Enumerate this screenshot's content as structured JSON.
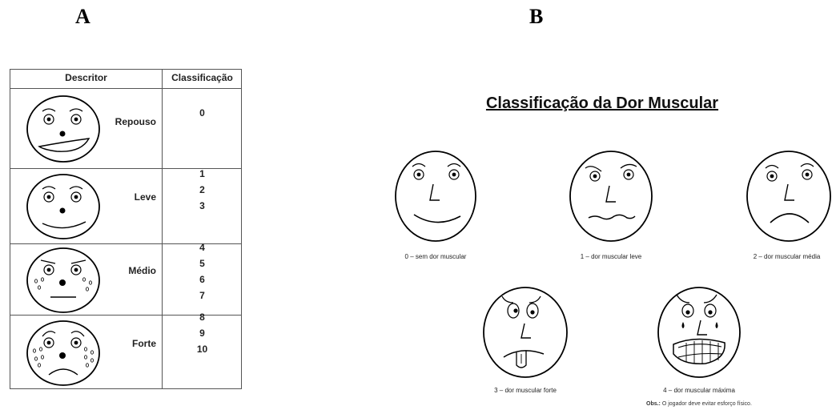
{
  "panel_a": {
    "letter": "A",
    "header": {
      "descriptor": "Descritor",
      "classification": "Classificação"
    },
    "rows": [
      {
        "label": "Repouso",
        "values": [
          "0"
        ]
      },
      {
        "label": "Leve",
        "values": [
          "1",
          "2",
          "3"
        ]
      },
      {
        "label": "Médio",
        "values": [
          "4",
          "5",
          "6",
          "7"
        ]
      },
      {
        "label": "Forte",
        "values": [
          "8",
          "9",
          "10"
        ]
      }
    ]
  },
  "panel_b": {
    "letter": "B",
    "title": "Classificação da Dor Muscular",
    "faces": [
      {
        "caption": "0 – sem dor muscular"
      },
      {
        "caption": "1 – dor muscular leve"
      },
      {
        "caption": "2 – dor muscular média"
      },
      {
        "caption": "3 – dor muscular forte"
      },
      {
        "caption": "4 – dor muscular máxima"
      }
    ],
    "note_label": "Obs.:",
    "note_text": "O jogador deve evitar esforço físico."
  }
}
